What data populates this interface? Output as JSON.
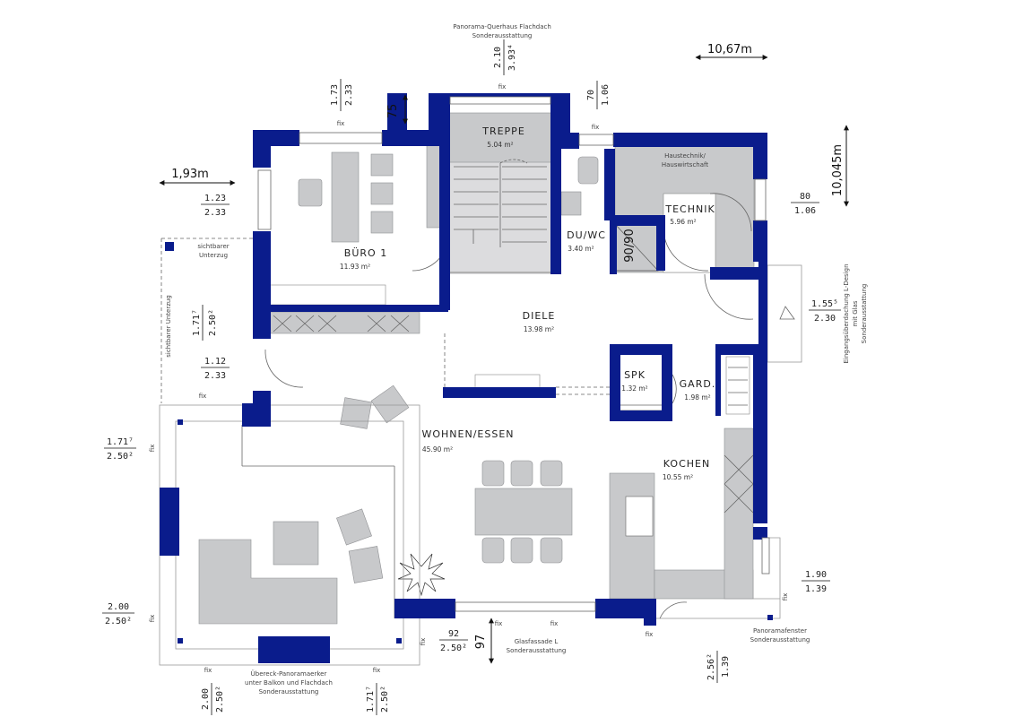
{
  "rooms": {
    "buero": {
      "name": "BÜRO 1",
      "area": "11.93 m²"
    },
    "treppe": {
      "name": "TREPPE",
      "area": "5.04 m²"
    },
    "duwc": {
      "name": "DU/WC",
      "area": "3.40 m²"
    },
    "technik": {
      "name": "TECHNIK",
      "area": "5.96 m²"
    },
    "haustechnik": {
      "line1": "Haustechnik/",
      "line2": "Hauswirtschaft"
    },
    "diele": {
      "name": "DIELE",
      "area": "13.98 m²"
    },
    "spk": {
      "name": "SPK",
      "area": "1.32 m²"
    },
    "gard": {
      "name": "GARD.",
      "area": "1.98 m²"
    },
    "wohnen": {
      "name": "WOHNEN/ESSEN",
      "area": "45.90 m²"
    },
    "kochen": {
      "name": "KOCHEN",
      "area": "10.55 m²"
    }
  },
  "dimensions": {
    "width": "10,67m",
    "depth": "10,045m",
    "left_offset": "1,93m",
    "d_75": "75",
    "d_97": "97",
    "d_9090": "90/90",
    "top_stair_a": "2.10",
    "top_stair_b": "3.93⁴",
    "top_left_a": "1.73",
    "top_left_b": "2.33",
    "top_right_a": "70",
    "top_right_b": "1.06",
    "left_win_a": "1.23",
    "left_win_b": "2.33",
    "left_mid_a": "1.71⁷",
    "left_mid_b": "2.50²",
    "left_door_a": "1.12",
    "left_door_b": "2.33",
    "left_bay_a": "1.71⁷",
    "left_bay_b": "2.50²",
    "left_low_a": "2.00",
    "left_low_b": "2.50²",
    "bottom_l_a": "2.00",
    "bottom_l_b": "2.50²",
    "bottom_r_a": "1.71⁷",
    "bottom_r_b": "2.50²",
    "bottom_mid_a": "92",
    "bottom_mid_b": "2.50²",
    "bottom_kitchen_a": "2.56²",
    "bottom_kitchen_b": "1.39",
    "right_tech_a": "80",
    "right_tech_b": "1.06",
    "right_canopy_a": "1.55⁵",
    "right_canopy_b": "2.30",
    "right_kitchen_a": "1.90",
    "right_kitchen_b": "1.39"
  },
  "annotations": {
    "fix": "fix",
    "sichtbarer_h1": "sichtbarer",
    "sichtbarer_h2": "Unterzug",
    "sichtbarer_v": "sichtbarer Unterzug",
    "top_note_1": "Panorama-Querhaus Flachdach",
    "top_note_2": "Sonderausstattung",
    "bay_note_1": "Übereck-Panoramaerker",
    "bay_note_2": "unter Balkon und Flachdach",
    "bay_note_3": "Sonderausstattung",
    "glass_note_1": "Glasfassade L",
    "glass_note_2": "Sonderausstattung",
    "kitchen_note_1": "Panoramafenster",
    "kitchen_note_2": "Sonderausstattung",
    "canopy_note_1": "Eingangsüberdachung L-Design",
    "canopy_note_2": "mit Glas",
    "canopy_note_3": "Sonderausstattung"
  },
  "colors": {
    "wall": "#0a1c8c",
    "furniture": "#c8c9cb",
    "furniture_dark": "#9a9b9e",
    "line": "#555555"
  }
}
